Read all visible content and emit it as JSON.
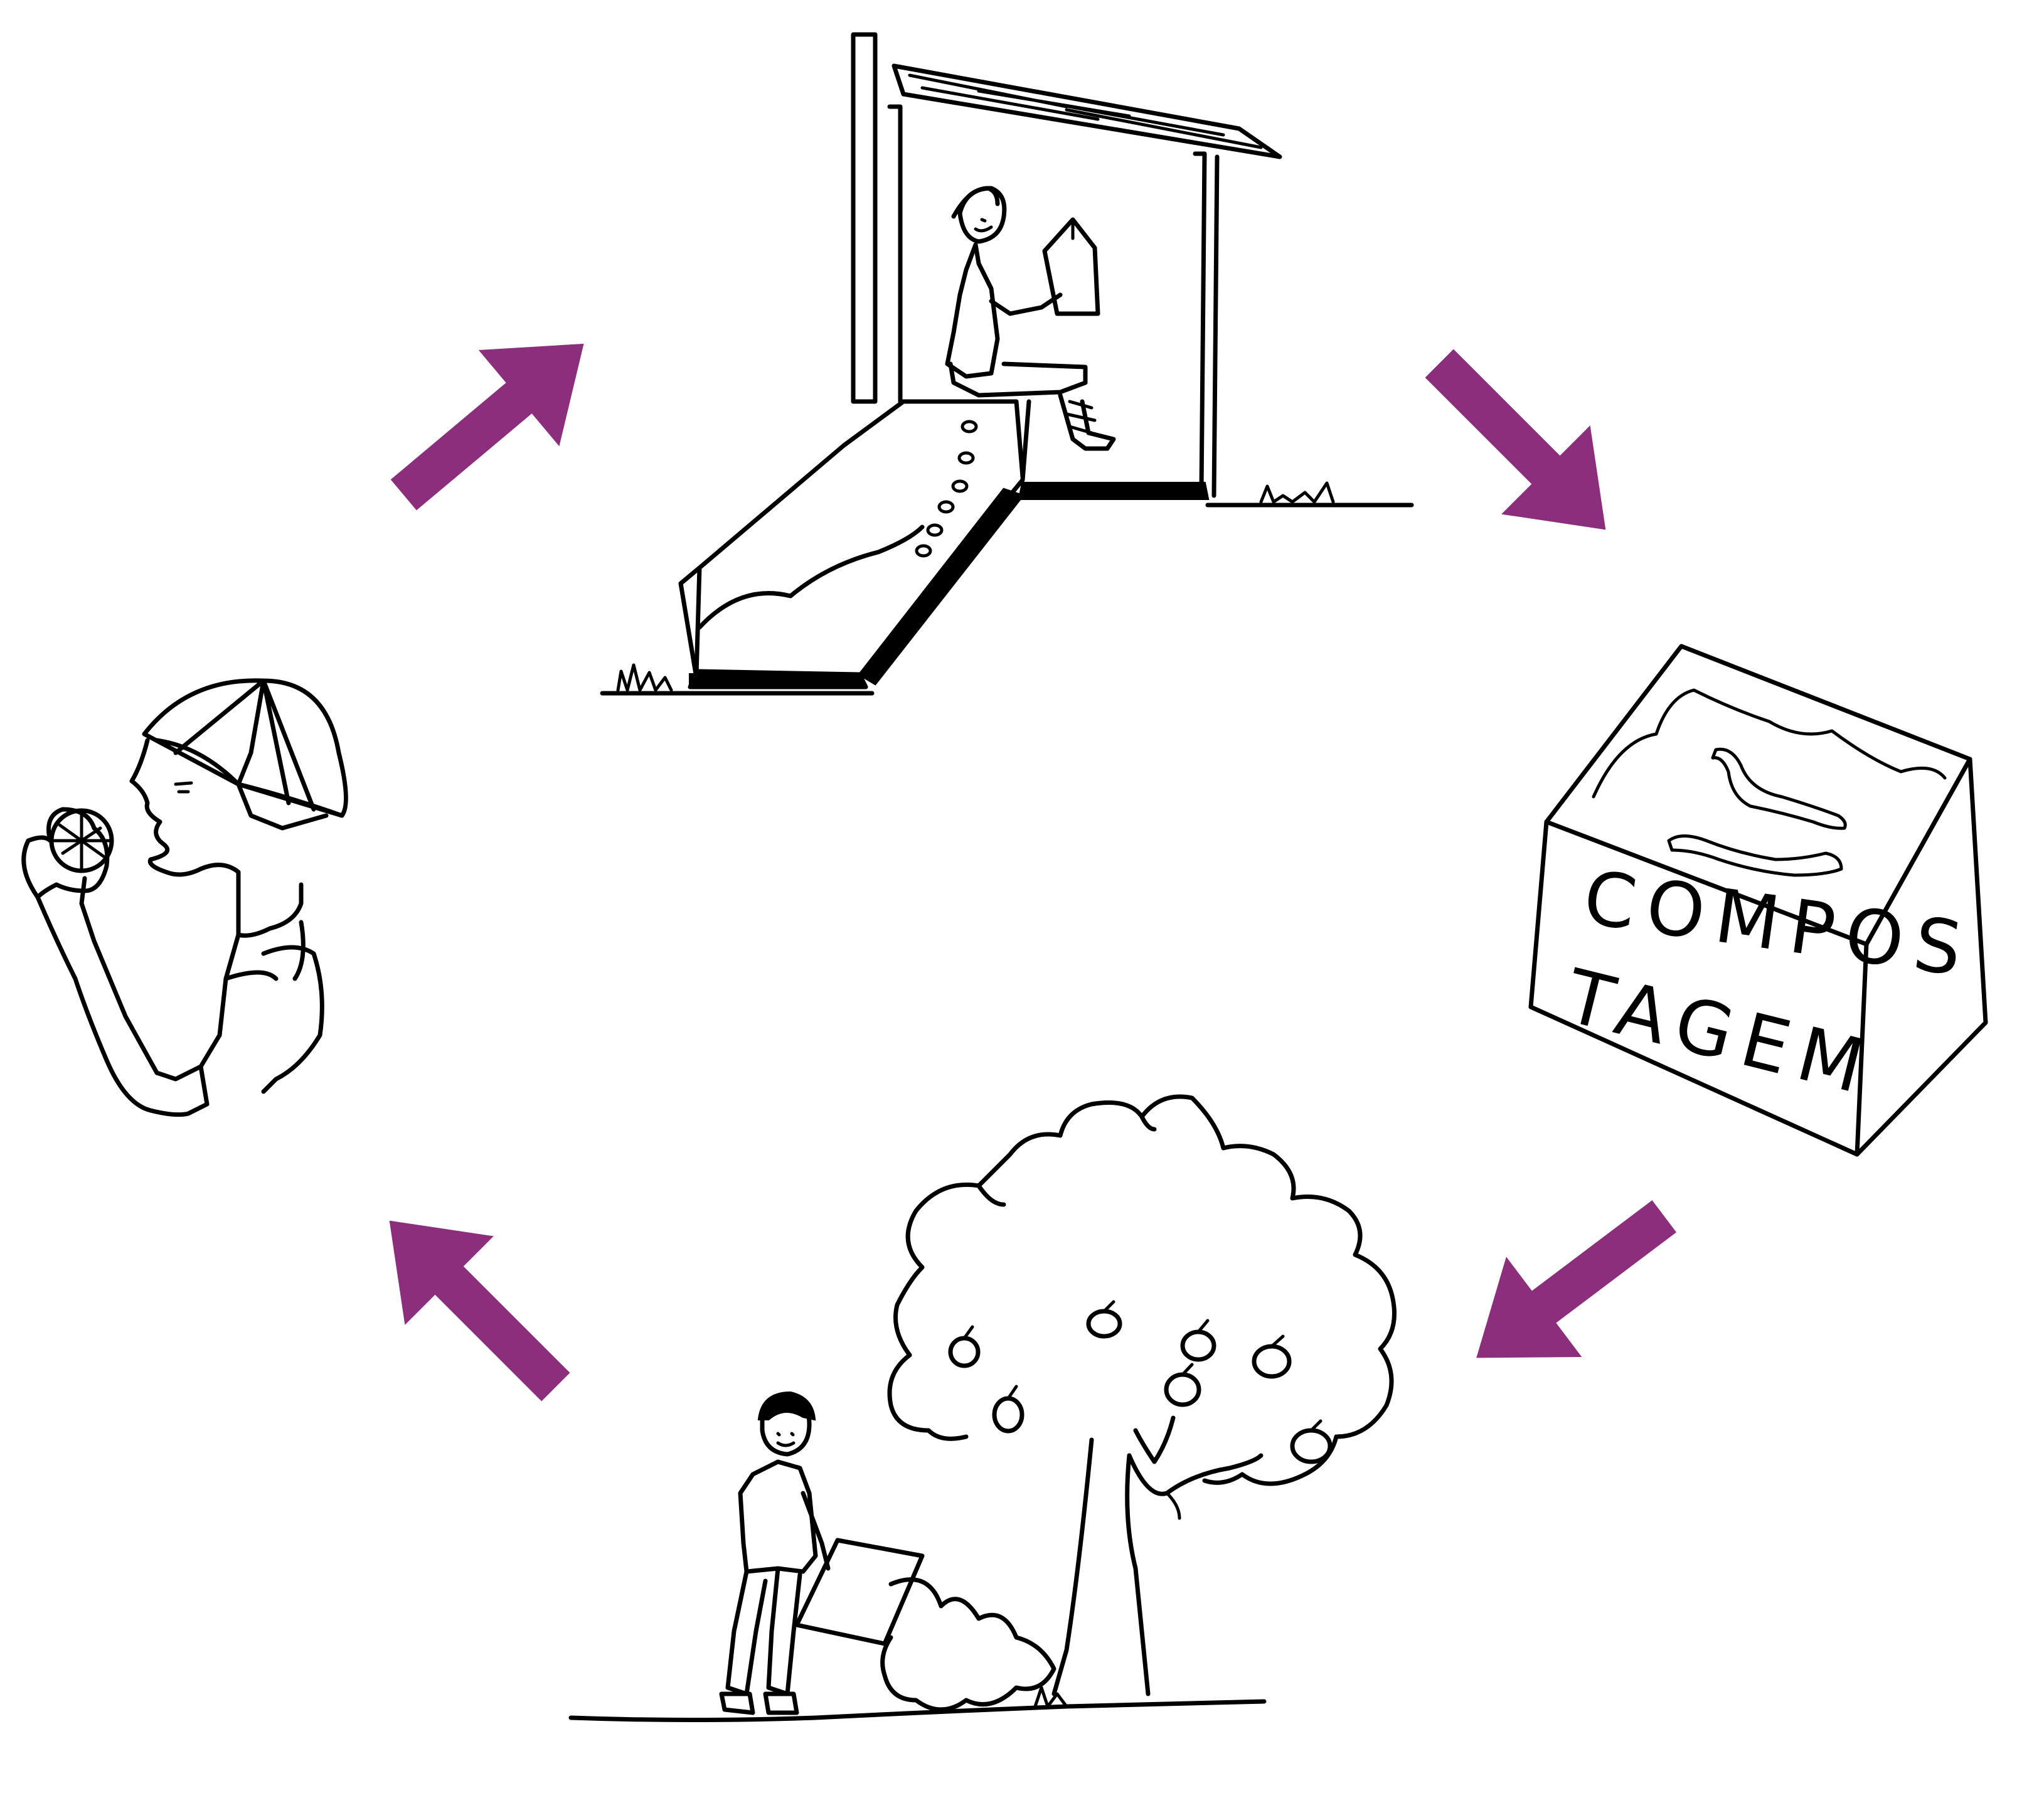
{
  "colors": {
    "arrow": "#8b2f7d",
    "ink": "#000000",
    "background": "#ffffff"
  },
  "cycle": {
    "stages": [
      {
        "name": "dry-toilet",
        "icon": "dry-composting-toilet-icon"
      },
      {
        "name": "composting-box",
        "icon": "compost-box-icon",
        "label_line1": "COMPOS",
        "label_line2": "TAGEM"
      },
      {
        "name": "fruit-tree",
        "icon": "fruit-tree-icon"
      },
      {
        "name": "person-eating",
        "icon": "person-eating-fruit-icon"
      }
    ],
    "arrows": [
      {
        "name": "arrow-eat-to-toilet",
        "direction": "up-right"
      },
      {
        "name": "arrow-toilet-to-compost",
        "direction": "down-right"
      },
      {
        "name": "arrow-compost-to-tree",
        "direction": "down-left"
      },
      {
        "name": "arrow-tree-to-eat",
        "direction": "up-left"
      }
    ]
  }
}
